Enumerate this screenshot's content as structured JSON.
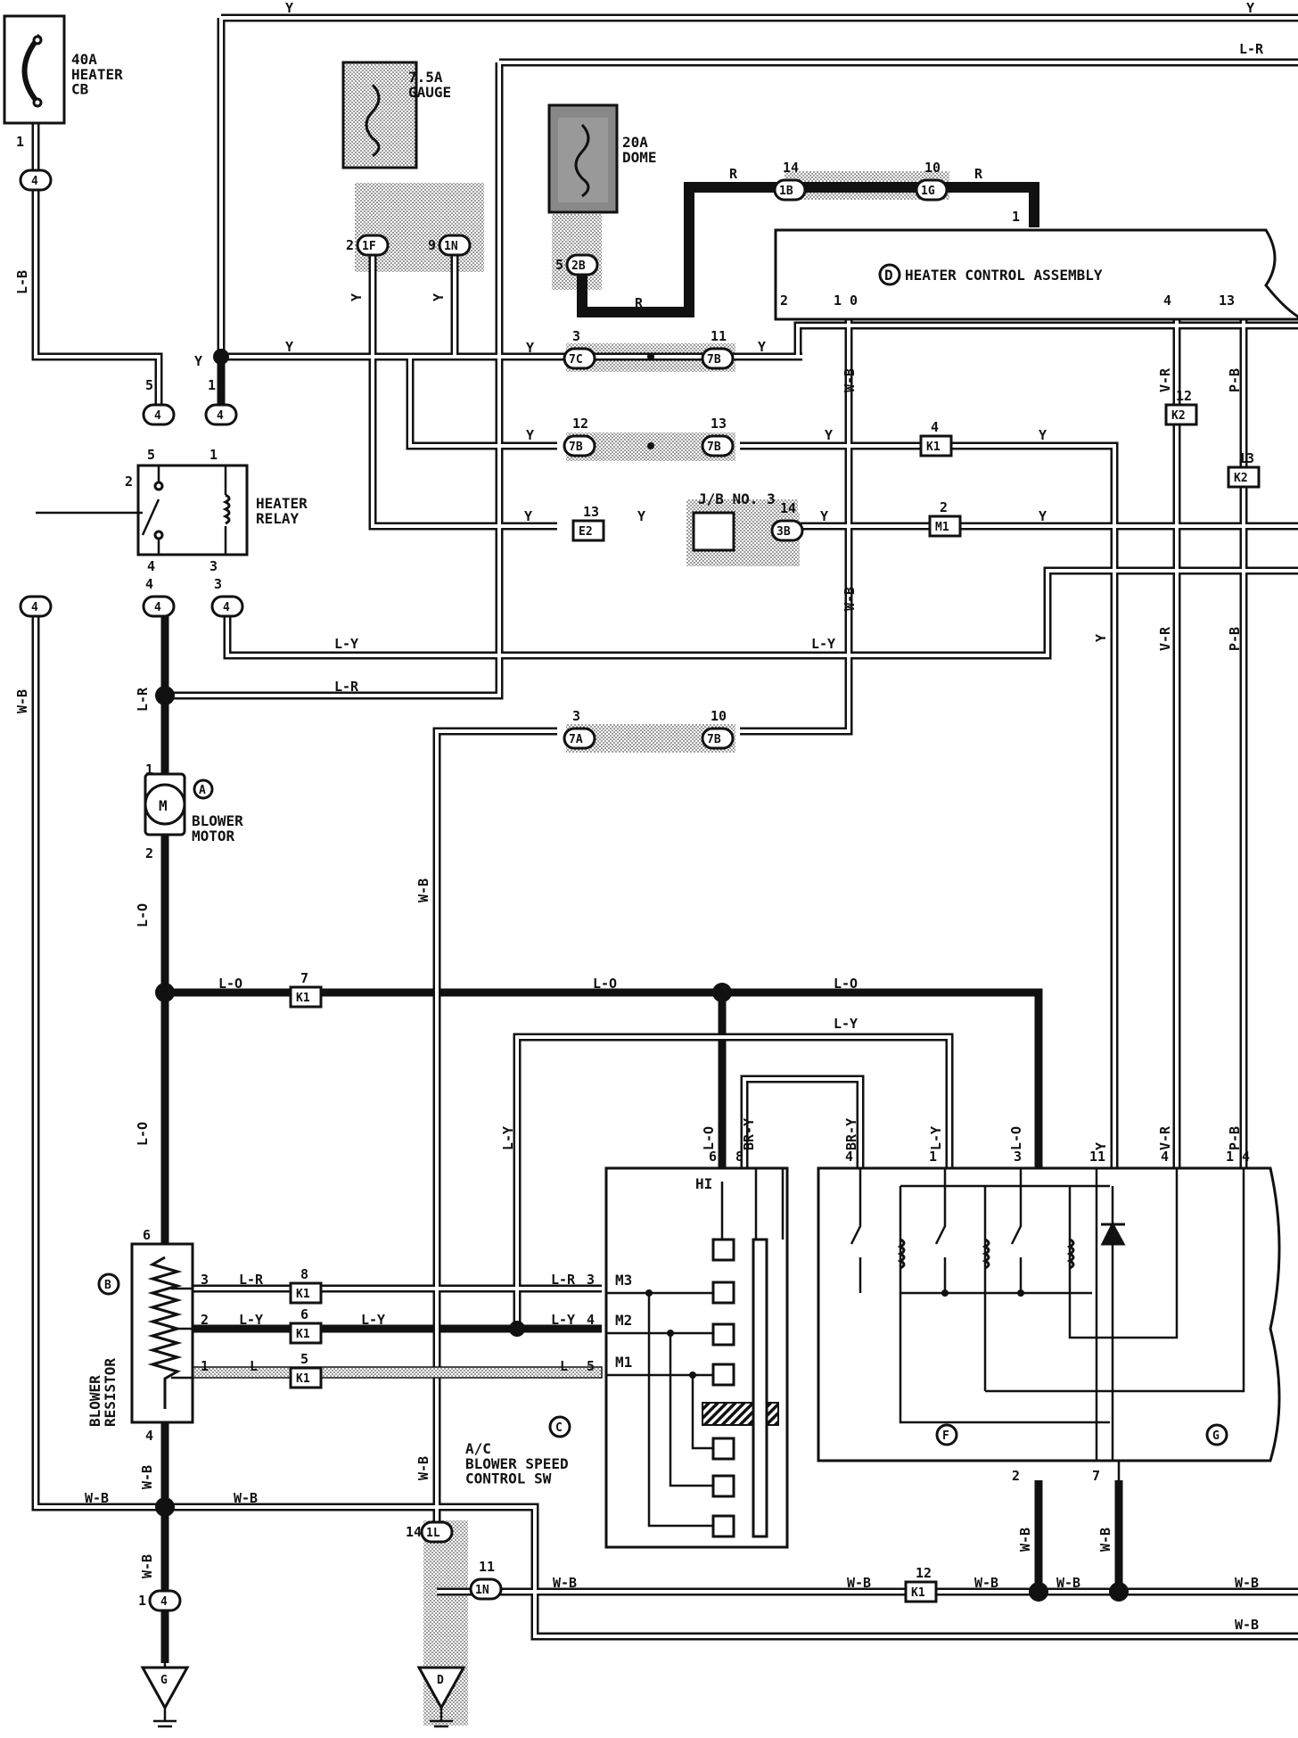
{
  "components": {
    "heater_cb": {
      "title": "40A\nHEATER\nCB"
    },
    "gauge_fuse": {
      "title": "7.5A\nGAUGE"
    },
    "dome_fuse": {
      "title": "20A\nDOME"
    },
    "heater_control": {
      "letter": "D",
      "title": "HEATER CONTROL ASSEMBLY"
    },
    "heater_relay": {
      "title": "HEATER\nRELAY"
    },
    "jb3": {
      "title": "J/B NO. 3"
    },
    "blower_motor": {
      "letter": "A",
      "title": "BLOWER\nMOTOR",
      "symbol": "M"
    },
    "blower_resistor": {
      "letter": "B",
      "title": "BLOWER\nRESISTOR"
    },
    "speed_sw": {
      "letter": "C",
      "title": "A/C\nBLOWER SPEED\nCONTROL SW"
    },
    "unit_f": {
      "letter": "F"
    },
    "unit_g": {
      "letter": "G"
    },
    "ground_g": {
      "letter": "G"
    },
    "ground_d": {
      "letter": "D"
    }
  },
  "switch_positions": [
    "HI",
    "M3",
    "M2",
    "M1"
  ],
  "wire_colors": [
    "Y",
    "L-R",
    "L-B",
    "R",
    "W-B",
    "V-R",
    "P-B",
    "L-Y",
    "L-O",
    "BR-Y",
    "L"
  ]
}
